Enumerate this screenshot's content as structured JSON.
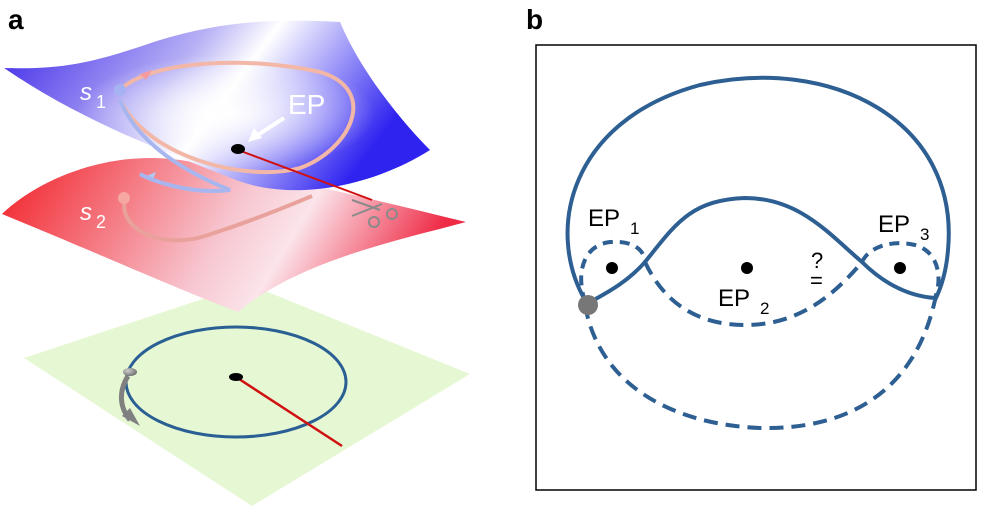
{
  "panel_a": {
    "letter": "a",
    "labels": {
      "s1": "s",
      "s1_sub": "1",
      "s2": "s",
      "s2_sub": "2",
      "ep": "EP"
    },
    "colors": {
      "upper_surface": "#2e1cf0",
      "lower_surface": "#f0202e",
      "plane": "#e6f7d3",
      "loop": "#2a5f94",
      "branch_cut": "#d01010",
      "path_upper": "#f3b7a7"
    }
  },
  "panel_b": {
    "letter": "b",
    "labels": {
      "ep1": "EP",
      "ep1_sub": "1",
      "ep2": "EP",
      "ep2_sub": "2",
      "ep3": "EP",
      "ep3_sub": "3",
      "question": "?",
      "equals": "="
    },
    "colors": {
      "curve": "#2e5f93",
      "start_point": "#777777"
    }
  }
}
